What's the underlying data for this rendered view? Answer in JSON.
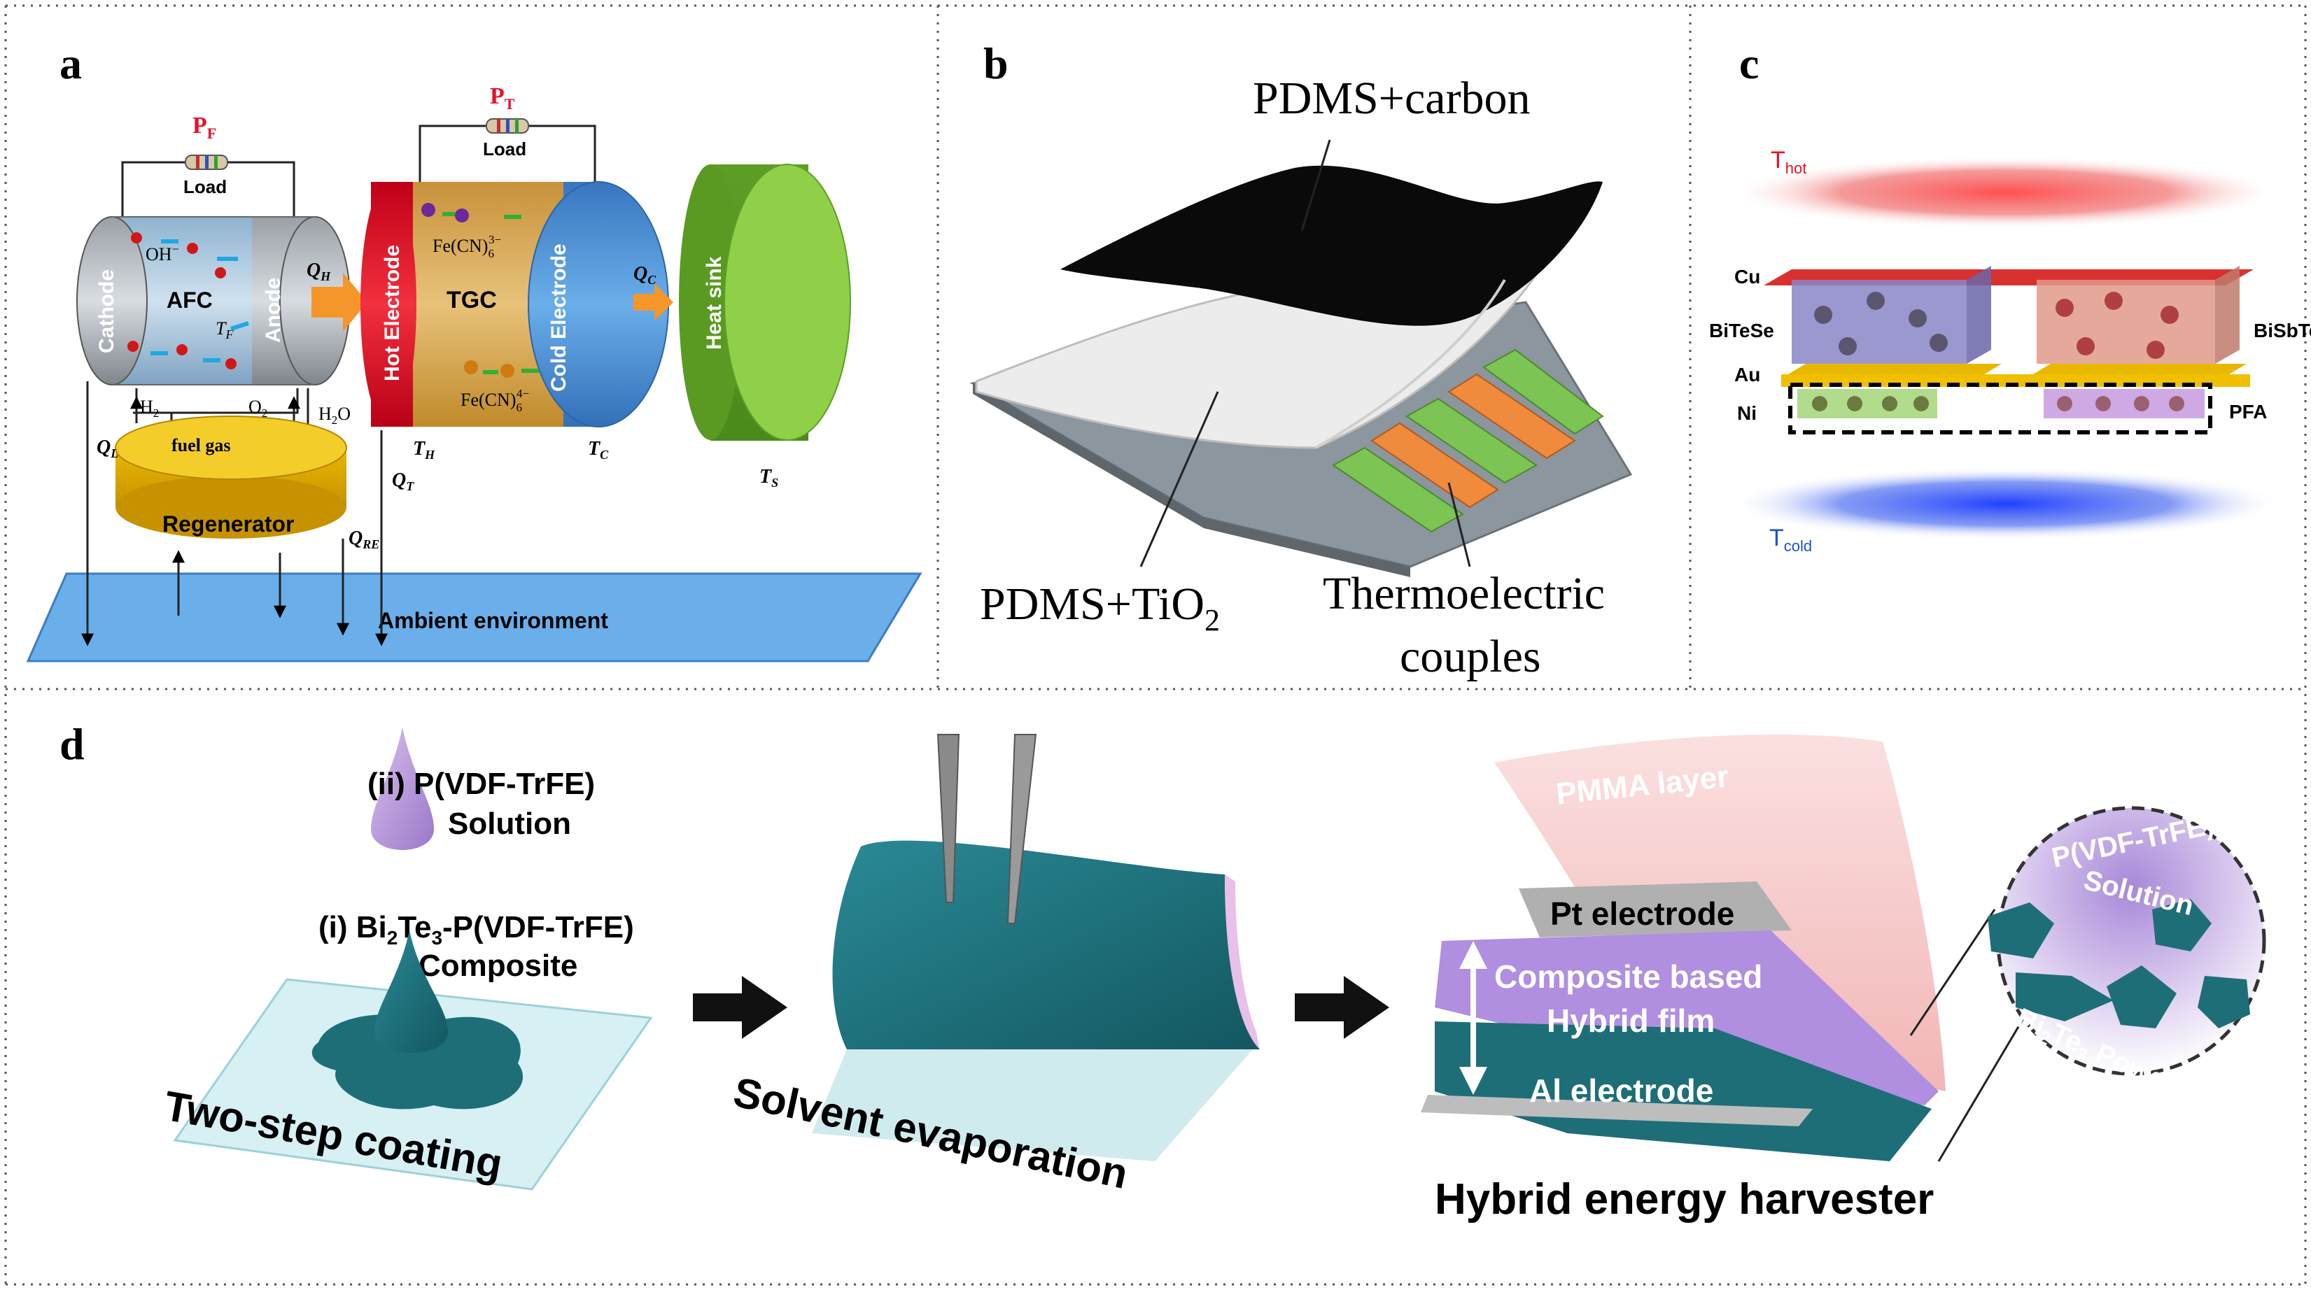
{
  "panel_a": {
    "letter": "a",
    "pf": "P",
    "pf_sub": "F",
    "pt": "P",
    "pt_sub": "T",
    "load_left": "Load",
    "load_right": "Load",
    "cathode": "Cathode",
    "afc": "AFC",
    "anode": "Anode",
    "oh": "OH",
    "oh_sup": "−",
    "tf": "T",
    "tf_sub": "F",
    "qh": "Q",
    "qh_sub": "H",
    "hot_electrode": "Hot Electrode",
    "tgc": "TGC",
    "fe3": "Fe(CN)",
    "fe3_sub": "6",
    "fe3_sup": "3−",
    "fe4": "Fe(CN)",
    "fe4_sub": "6",
    "fe4_sup": "4−",
    "cold_electrode": "Cold Electrode",
    "qc": "Q",
    "qc_sub": "C",
    "heat_sink": "Heat sink",
    "h2": "H",
    "h2_sub": "2",
    "o2": "O",
    "o2_sub": "2",
    "h2o": "H",
    "h2o_sub": "2",
    "h2o_tail": "O",
    "ql": "Q",
    "ql_sub": "L",
    "fuel_gas": "fuel gas",
    "regenerator": "Regenerator",
    "th": "T",
    "th_sub": "H",
    "tc": "T",
    "tc_sub": "C",
    "qt": "Q",
    "qt_sub": "T",
    "ts": "T",
    "ts_sub": "S",
    "qre": "Q",
    "qre_sub": "RE",
    "ambient": "Ambient environment"
  },
  "panel_b": {
    "letter": "b",
    "pdms_carbon": "PDMS+carbon",
    "pdms_tio2": "PDMS+TiO",
    "pdms_tio2_sub": "2",
    "thermo_1": "Thermoelectric",
    "thermo_2": "couples"
  },
  "panel_c": {
    "letter": "c",
    "thot": "T",
    "thot_sub": "hot",
    "cu": "Cu",
    "bitese": "BiTeSe",
    "bisbte": "BiSbTe",
    "au": "Au",
    "ni": "Ni",
    "pfa": "PFA",
    "tcold": "T",
    "tcold_sub": "cold"
  },
  "panel_d": {
    "letter": "d",
    "step_ii_1": "(ii) P(VDF-TrFE)",
    "step_ii_2": "Solution",
    "step_i_1a": "(i) Bi",
    "step_i_1a_sub": "2",
    "step_i_1b": "Te",
    "step_i_1b_sub": "3",
    "step_i_1c": "-P(VDF-TrFE)",
    "step_i_2": "Composite",
    "two_step": "Two-step coating",
    "solvent": "Solvent evaporation",
    "pmma": "PMMA layer",
    "pt_electrode": "Pt electrode",
    "composite_based": "Composite based",
    "hybrid_film": "Hybrid film",
    "al_electrode": "Al electrode",
    "harvester": "Hybrid energy harvester",
    "circle_top": "P(VDF-TrFE)",
    "circle_top2": "Solution",
    "circle_bottom": "Bi",
    "circle_bottom_sub1": "2",
    "circle_bottom_te": "Te",
    "circle_bottom_sub2": "3",
    "circle_bottom_tail": " Powder"
  },
  "colors": {
    "hot_red": "#e8102a",
    "tgc_gold": "#d9a84a",
    "cold_blue": "#4a8fd6",
    "heat_sink_green": "#86c83d",
    "ambient_blue": "#6aaeea",
    "teal": "#1e6e78",
    "pmma_pink": "#f4c6c6",
    "purple": "#b59ad8"
  }
}
